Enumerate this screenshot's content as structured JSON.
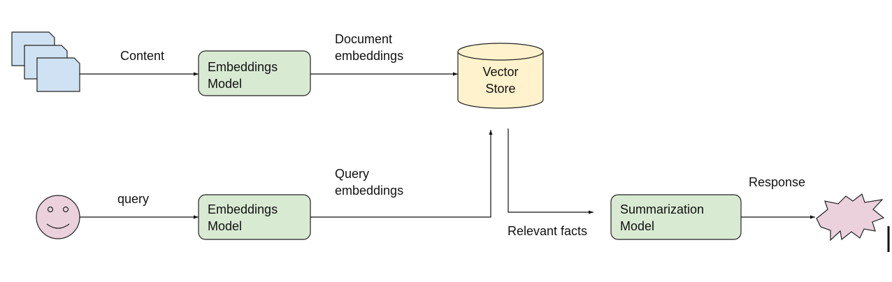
{
  "nodes": {
    "embed_top": {
      "line1": "Embeddings",
      "line2": "Model"
    },
    "vector_store": {
      "line1": "Vector",
      "line2": "Store"
    },
    "embed_bottom": {
      "line1": "Embeddings",
      "line2": "Model"
    },
    "summarization": {
      "line1": "Summarization",
      "line2": "Model"
    }
  },
  "edges": {
    "content": "Content",
    "doc_embeddings": {
      "line1": "Document",
      "line2": "embeddings"
    },
    "query": "query",
    "query_embeddings": {
      "line1": "Query",
      "line2": "embeddings"
    },
    "relevant_facts": "Relevant facts",
    "response": "Response"
  },
  "colors": {
    "documents": "#cfe2f3",
    "model_box": "#d9ead3",
    "vector_store": "#fff2cc",
    "face": "#ead1dc",
    "burst": "#ead1dc"
  }
}
